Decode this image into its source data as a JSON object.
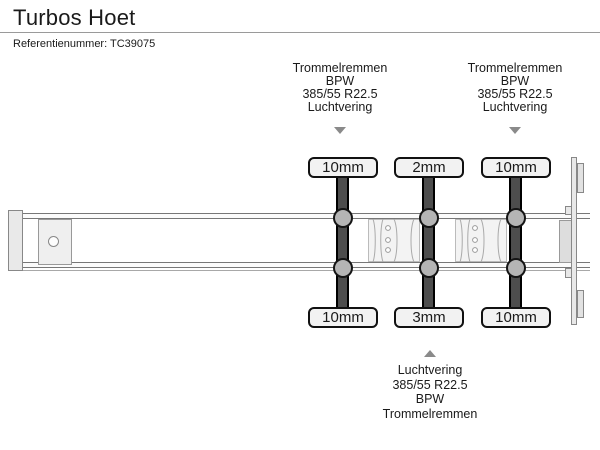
{
  "header": {
    "title": "Turbos Hoet",
    "reference": "Referentienummer: TC39075"
  },
  "axle_annotations": {
    "top_left": {
      "lines": [
        "Trommelremmen",
        "BPW",
        "385/55 R22.5",
        "Luchtvering"
      ]
    },
    "top_right": {
      "lines": [
        "Trommelremmen",
        "BPW",
        "385/55 R22.5",
        "Luchtvering"
      ]
    },
    "bottom": {
      "lines": [
        "Luchtvering",
        "385/55 R22.5",
        "BPW",
        "Trommelremmen"
      ]
    }
  },
  "measurements": {
    "top_row": [
      "10mm",
      "2mm",
      "10mm"
    ],
    "bottom_row": [
      "10mm",
      "3mm",
      "10mm"
    ]
  },
  "colors": {
    "box_border": "#111111",
    "box_fill": "#f2f2f2",
    "axle": "#4d4d4d",
    "hub_fill": "#b5b5b5",
    "outline": "#777777",
    "arrow": "#8a8a8a",
    "text": "#1a1a1a"
  }
}
